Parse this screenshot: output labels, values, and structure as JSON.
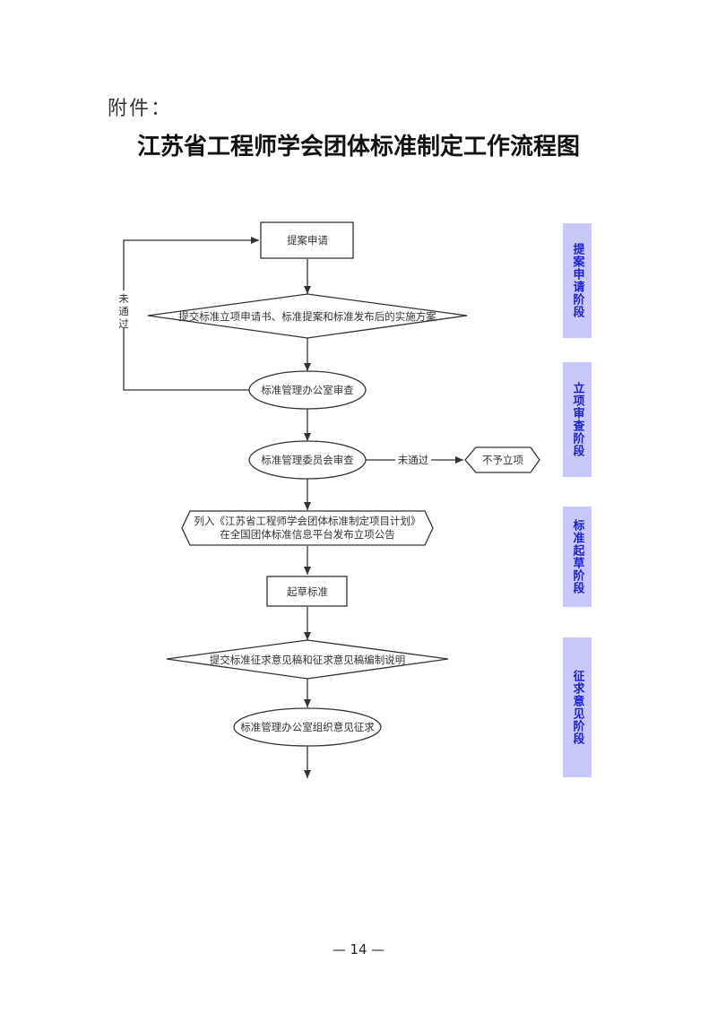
{
  "header": {
    "attachment_label": "附件：",
    "title": "江苏省工程师学会团体标准制定工作流程图"
  },
  "nodes": {
    "proposal": "提案申请",
    "submit_docs": "提交标准立项申请书、标准提案和标准发布后的实施方案",
    "office_review": "标准管理办公室审查",
    "committee_review": "标准管理委员会审查",
    "rejected": "不予立项",
    "plan_line1": "列入《江苏省工程师学会团体标准制定项目计划》",
    "plan_line2": "在全国团体标准信息平台发布立项公告",
    "draft": "起草标准",
    "submit_draft": "提交标准征求意见稿和征求意见稿编制说明",
    "solicit": "标准管理办公室组织意见征求"
  },
  "edges": {
    "not_passed_vertical": [
      "未",
      "通",
      "过"
    ],
    "not_passed_horizontal": "未通过"
  },
  "stages": [
    "提案申请阶段",
    "立项审查阶段",
    "标准起草阶段",
    "征求意见阶段"
  ],
  "page_number": "— 14 —"
}
